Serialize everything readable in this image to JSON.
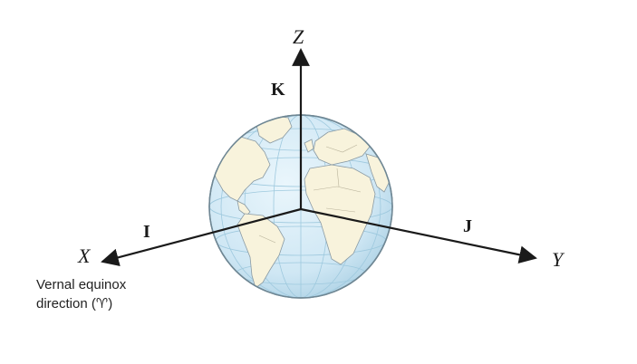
{
  "axes": {
    "x_label": "X",
    "y_label": "Y",
    "z_label": "Z",
    "i_label": "I",
    "j_label": "J",
    "k_label": "K"
  },
  "caption": {
    "line1": "Vernal equinox",
    "line2": "direction (♈)"
  },
  "colors": {
    "ocean": "#d6ecf7",
    "land": "#f8f3dc",
    "grid": "#9ec9de",
    "outline": "#6f8794",
    "axis": "#1a1a1a"
  },
  "icons": {
    "globe": "earth-globe-icon"
  }
}
